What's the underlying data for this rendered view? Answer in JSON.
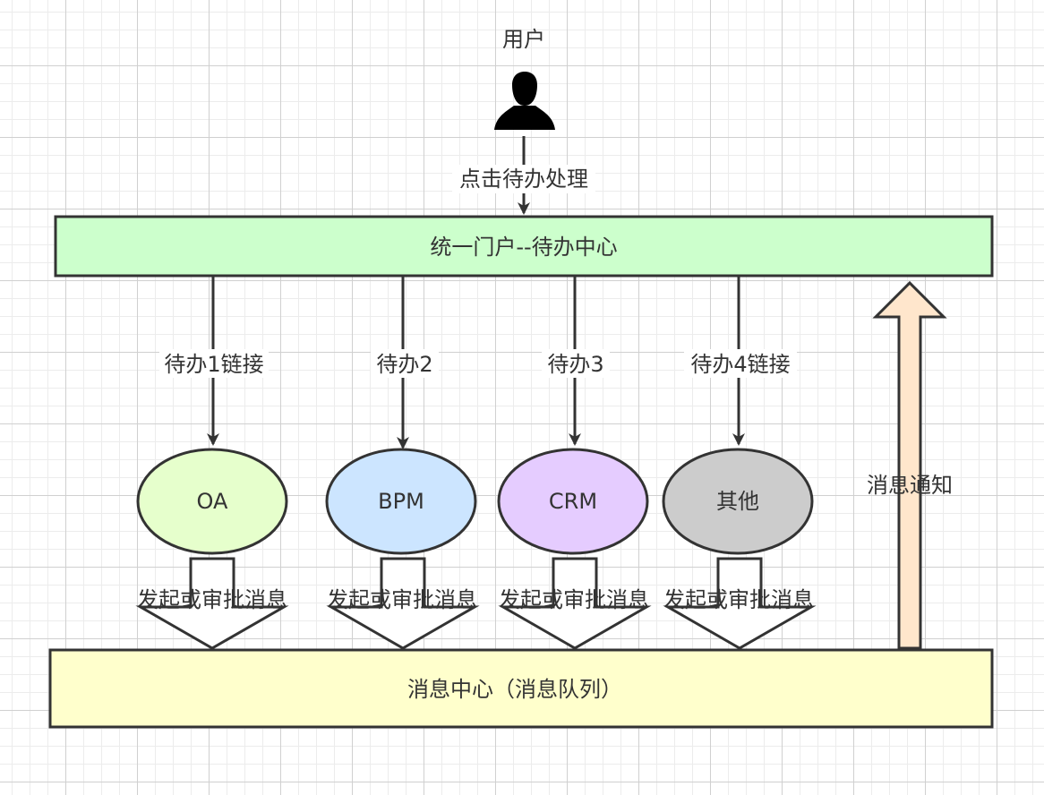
{
  "user": {
    "label": "用户",
    "icon": "user-silhouette-icon"
  },
  "click_label": "点击待办处理",
  "portal": {
    "label": "统一门户--待办中心",
    "color": "#ccffcc"
  },
  "links": [
    {
      "label": "待办1链接"
    },
    {
      "label": "待办2"
    },
    {
      "label": "待办3"
    },
    {
      "label": "待办4链接"
    }
  ],
  "systems": [
    {
      "label": "OA",
      "color": "#e6ffcc"
    },
    {
      "label": "BPM",
      "color": "#cce5ff"
    },
    {
      "label": "CRM",
      "color": "#e5ccff"
    },
    {
      "label": "其他",
      "color": "#cccccc"
    }
  ],
  "send_label": "发起或审批消息",
  "notify_label": "消息通知",
  "notify_color": "#ffe6cc",
  "message_center": {
    "label": "消息中心（消息队列）",
    "color": "#ffffcc"
  }
}
